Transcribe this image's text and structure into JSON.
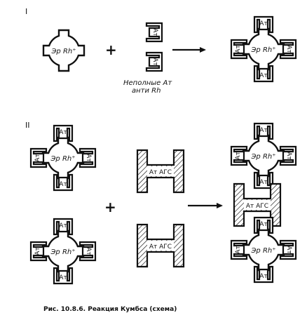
{
  "diagram": {
    "section_1": "I",
    "section_2": "II",
    "cell_label": "Эр Rh⁺",
    "antibody_label": "Ат",
    "anti_globulin_label": "Ат АГС",
    "plus_sign": "+",
    "incomplete_antibodies_line1": "Неполные Ат",
    "incomplete_antibodies_line2": "анти Rh",
    "figure_caption": "Рис. 10.8.6. Реакция Кумбса (схема)"
  }
}
